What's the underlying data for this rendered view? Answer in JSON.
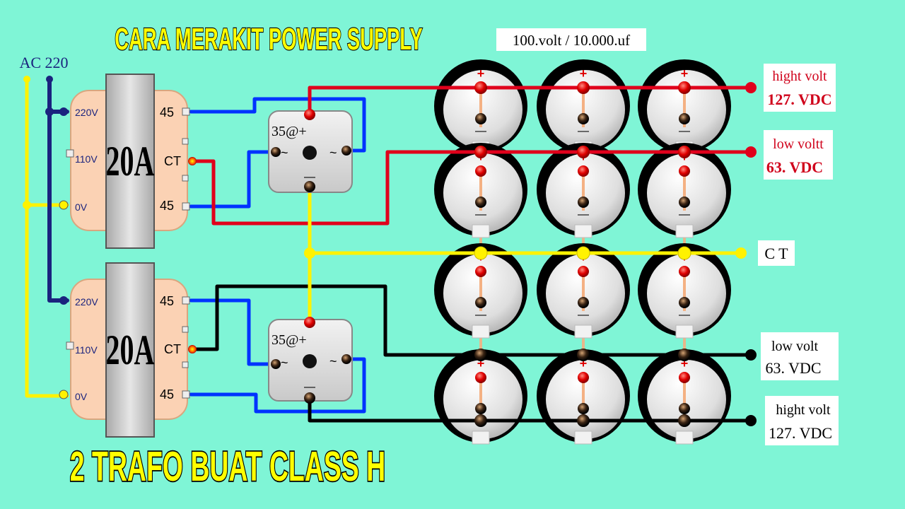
{
  "title_top": "CARA MERAKIT POWER SUPPLY",
  "title_bottom": "2 TRAFO BUAT CLASS H",
  "capacitor_spec": "100.volt / 10.000.uf",
  "ac_label": "AC 220",
  "transformers": [
    {
      "rating": "20A",
      "tap_220": "220V",
      "tap_110": "110V",
      "tap_0": "0V",
      "sec_top": "45",
      "sec_ct": "CT",
      "sec_bottom": "45"
    },
    {
      "rating": "20A",
      "tap_220": "220V",
      "tap_110": "110V",
      "tap_0": "0V",
      "sec_top": "45",
      "sec_ct": "CT",
      "sec_bottom": "45"
    }
  ],
  "bridges": [
    {
      "label": "35@+",
      "ac_left": "~",
      "ac_right": "~",
      "minus": "—"
    },
    {
      "label": "35@+",
      "ac_left": "~",
      "ac_right": "~",
      "minus": "—"
    }
  ],
  "capacitor_plus": "+",
  "capacitor_minus": "—",
  "outputs": [
    {
      "line1": "hight volt",
      "line2": "127. VDC",
      "color": "#d0021b"
    },
    {
      "line1": "low voltt",
      "line2": "63. VDC",
      "color": "#d0021b"
    },
    {
      "line1": "C T",
      "line2": "",
      "color": "#000000"
    },
    {
      "line1": "low volt",
      "line2": "63. VDC",
      "color": "#000000"
    },
    {
      "line1": "hight volt",
      "line2": "127. VDC",
      "color": "#000000"
    }
  ],
  "colors": {
    "background": "#7ff5d6",
    "wire_red": "#e0001b",
    "wire_blue": "#0033ff",
    "wire_yellow": "#fff200",
    "wire_black": "#000000",
    "wire_navy": "#1a237e",
    "title_yellow": "#ffff00",
    "transformer_body": "#fbd2b4",
    "transformer_core": "#cfcfcf"
  }
}
